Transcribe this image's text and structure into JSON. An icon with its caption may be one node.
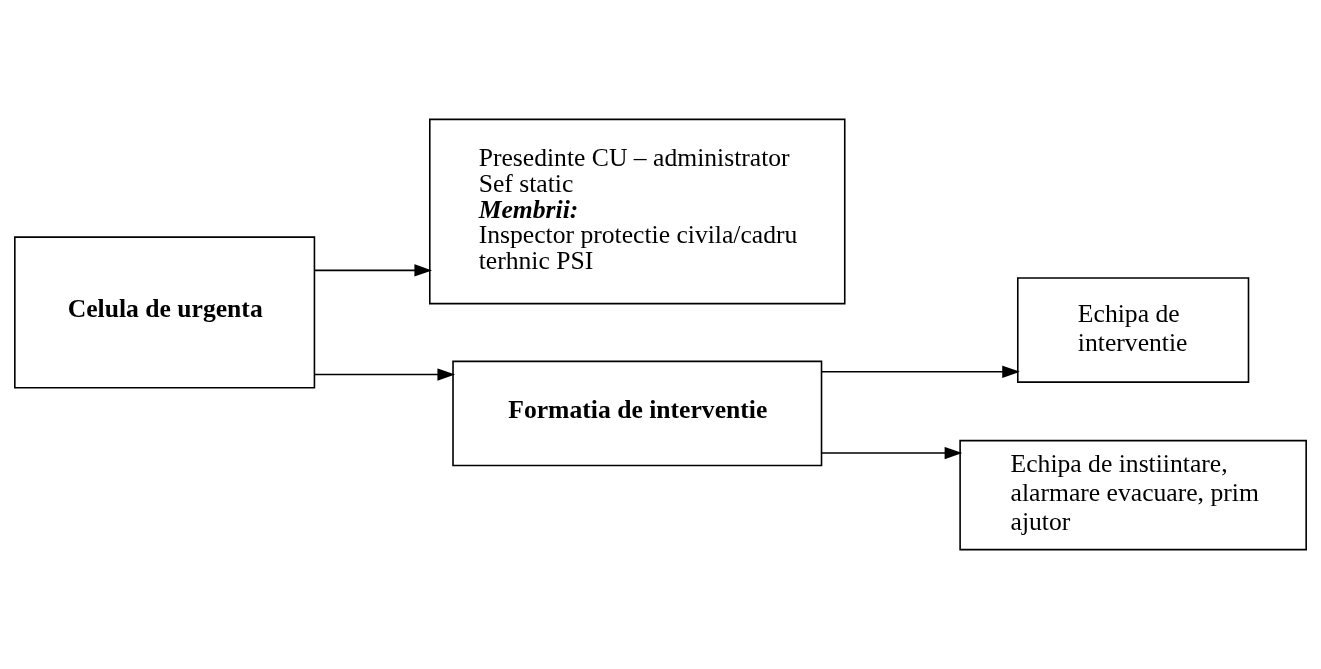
{
  "diagram": {
    "nodes": [
      {
        "text": [
          "Celula de urgenta"
        ]
      },
      {
        "text": [
          "Presedinte CU – administrator",
          "Sef static",
          "Membrii:",
          "Inspector protectie civila/cadru terhnic PSI"
        ]
      },
      {
        "text": [
          "Formatia de interventie"
        ]
      },
      {
        "text": [
          "Echipa de interventie"
        ]
      },
      {
        "text": [
          "Echipa de instiintare, alarmare evacuare, prim ajutor"
        ]
      }
    ],
    "edges": [
      {
        "from": 0,
        "to": 1,
        "arrow": "to"
      },
      {
        "from": 0,
        "to": 2,
        "arrow": "to"
      },
      {
        "from": 2,
        "to": 3,
        "arrow": "to"
      },
      {
        "from": 2,
        "to": 4,
        "arrow": "to"
      }
    ]
  }
}
